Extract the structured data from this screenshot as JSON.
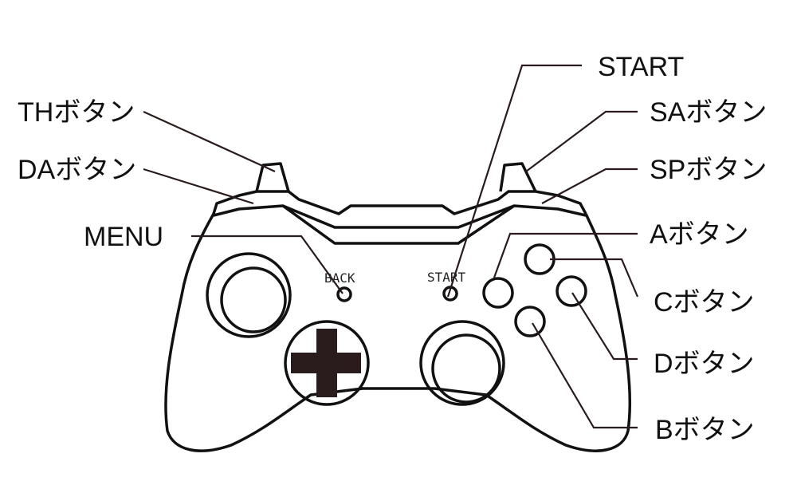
{
  "labels": {
    "start": "START",
    "th": "THボタン",
    "da": "DAボタン",
    "menu": "MENU",
    "sa": "SAボタン",
    "sp": "SPボタン",
    "a": "Aボタン",
    "c": "Cボタン",
    "d": "Dボタン",
    "b": "Bボタン"
  },
  "controller": {
    "back_print": "BACK",
    "start_print": "START"
  }
}
